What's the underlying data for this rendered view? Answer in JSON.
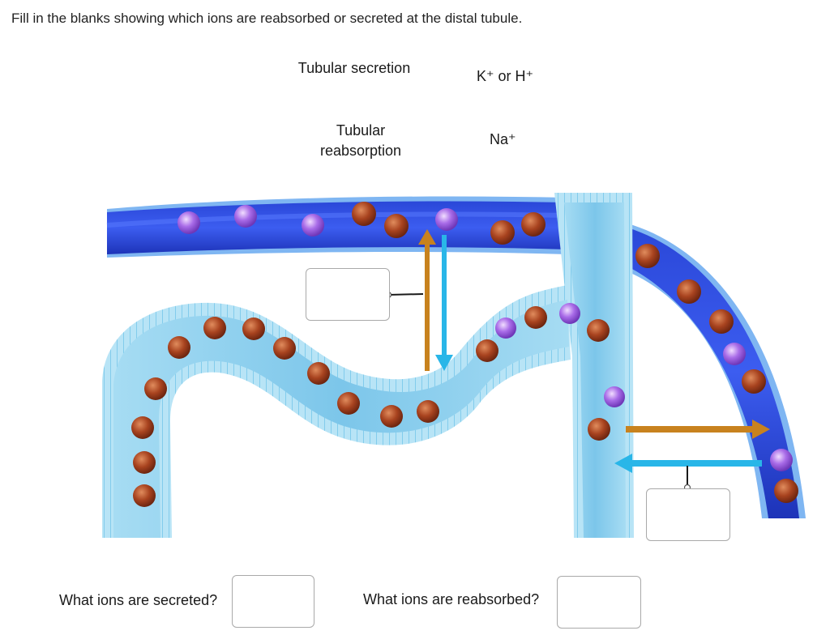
{
  "question": "Fill in the blanks showing which ions are reabsorbed or secreted at the distal tubule.",
  "legend": {
    "secretion_label": "Tubular secretion",
    "secretion_ions": "K⁺ or H⁺",
    "reabsorption_label": "Tubular reabsorption",
    "reabsorption_ions": "Na⁺"
  },
  "prompts": {
    "secreted": "What ions are secreted?",
    "reabsorbed": "What ions are reabsorbed?"
  },
  "colors": {
    "secretion_arrow": "#c8821e",
    "reabsorption_arrow": "#29b6e8",
    "blood_vessel": "#1e3fd1",
    "tubule": "#8fd0ee",
    "tubule_wall": "#5bbbe6",
    "ion_brown": "#9b3b1c",
    "ion_purple": "#9a5ce0"
  }
}
